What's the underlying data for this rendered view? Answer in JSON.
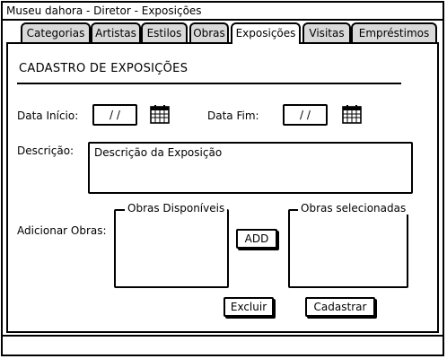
{
  "window": {
    "title": "Museu dahora - Diretor - Exposições"
  },
  "tabs": [
    {
      "label": "Categorias"
    },
    {
      "label": "Artistas"
    },
    {
      "label": "Estilos"
    },
    {
      "label": "Obras"
    },
    {
      "label": "Exposições",
      "active": true
    },
    {
      "label": "Visitas"
    },
    {
      "label": "Empréstimos"
    }
  ],
  "form": {
    "heading": "CADASTRO DE EXPOSIÇÕES",
    "start_date_label": "Data Início:",
    "start_date_value": "/ /",
    "end_date_label": "Data Fim:",
    "end_date_value": "/ /",
    "description_label": "Descrição:",
    "description_value": "Descrição da Exposição",
    "add_works_label": "Adicionar Obras:",
    "available_works_title": "Obras Disponíveis",
    "selected_works_title": "Obras selecionadas",
    "add_button": "ADD",
    "delete_button": "Excluir",
    "save_button": "Cadastrar"
  },
  "icons": {
    "calendar": "calendar-icon"
  }
}
